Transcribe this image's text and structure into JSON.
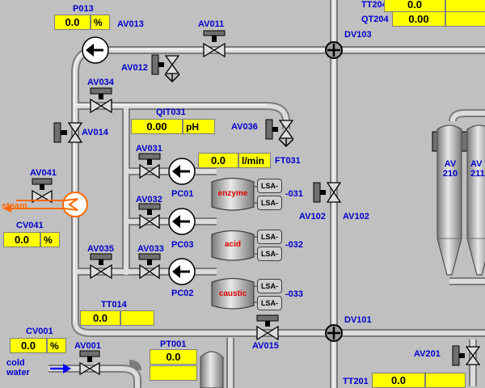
{
  "colors": {
    "background": "#c0c0c0",
    "pipe": "#d4d4d4",
    "label": "#0000cc",
    "display": "#ffff00",
    "tank_text": "#e00000",
    "steam": "#ff6a00",
    "water_arrow": "#0000ff"
  },
  "displays": {
    "p013": {
      "tag": "P013",
      "value": "0.0",
      "unit": "%"
    },
    "tt204": {
      "tag": "TT204",
      "value": "0.0"
    },
    "qt204": {
      "tag": "QT204",
      "value": "0.00"
    },
    "qit031": {
      "tag": "QIT031",
      "value": "0.00",
      "unit": "pH"
    },
    "ft031": {
      "tag": "FT031",
      "value": "0.0",
      "unit": "l/min"
    },
    "cv041": {
      "tag": "CV041",
      "value": "0.0",
      "unit": "%"
    },
    "tt014": {
      "tag": "TT014",
      "value": "0.0"
    },
    "cv001": {
      "tag": "CV001",
      "value": "0.0",
      "unit": "%"
    },
    "pt001": {
      "tag": "PT001",
      "value": "0.0"
    },
    "tt201": {
      "tag": "TT201",
      "value": "0.0"
    }
  },
  "valves": {
    "av013": "AV013",
    "av011": "AV011",
    "av012": "AV012",
    "av034": "AV034",
    "av014": "AV014",
    "av036": "AV036",
    "av031": "AV031",
    "av041": "AV041",
    "av032": "AV032",
    "av033": "AV033",
    "av035": "AV035",
    "av102_left": "AV102",
    "av102_right": "AV102",
    "av015": "AV015",
    "av001": "AV001",
    "av201": "AV201",
    "av210": "AV\n210",
    "av211": "AV\n211"
  },
  "junctions": {
    "dv103": "DV103",
    "dv101": "DV101"
  },
  "pumps": {
    "pc01": "PC01",
    "pc03": "PC03",
    "pc02": "PC02"
  },
  "tanks": {
    "enzyme": {
      "name": "enzyme",
      "suffix": "-031"
    },
    "acid": {
      "name": "acid",
      "suffix": "-032"
    },
    "caustic": {
      "name": "caustic",
      "suffix": "-033"
    }
  },
  "lsa_label": "LSA-",
  "media": {
    "steam": "steam",
    "cold_water": "cold\nwater"
  }
}
